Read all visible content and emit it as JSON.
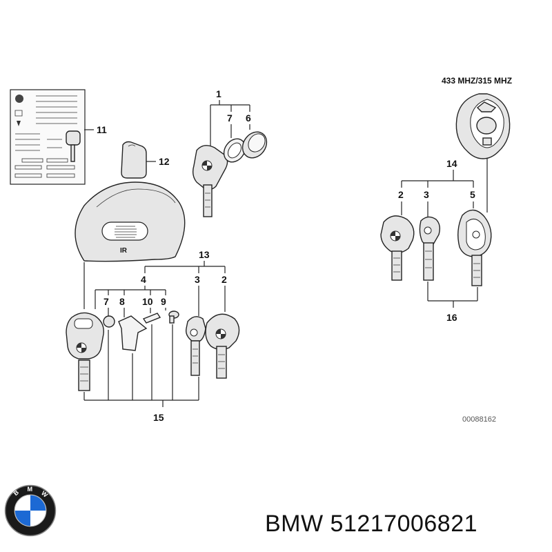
{
  "diagram": {
    "frequency_label": "433 MHZ/315 MHZ",
    "document_number": "00088162",
    "callouts": {
      "c1": "1",
      "c7a": "7",
      "c6a": "6",
      "c11": "11",
      "c12": "12",
      "c13": "13",
      "c4": "4",
      "c3a": "3",
      "c2a": "2",
      "c7b": "7",
      "c8": "8",
      "c10": "10",
      "c9": "9",
      "c15": "15",
      "c14": "14",
      "c2b": "2",
      "c3b": "3",
      "c5": "5",
      "c16": "16"
    },
    "remote_label": "IR"
  },
  "caption": {
    "text": "BMW 51217006821"
  },
  "logo": {
    "letters": "BMW",
    "colors": {
      "ring": "#1a1a1a",
      "blue": "#1c69d4",
      "white": "#ffffff"
    }
  }
}
